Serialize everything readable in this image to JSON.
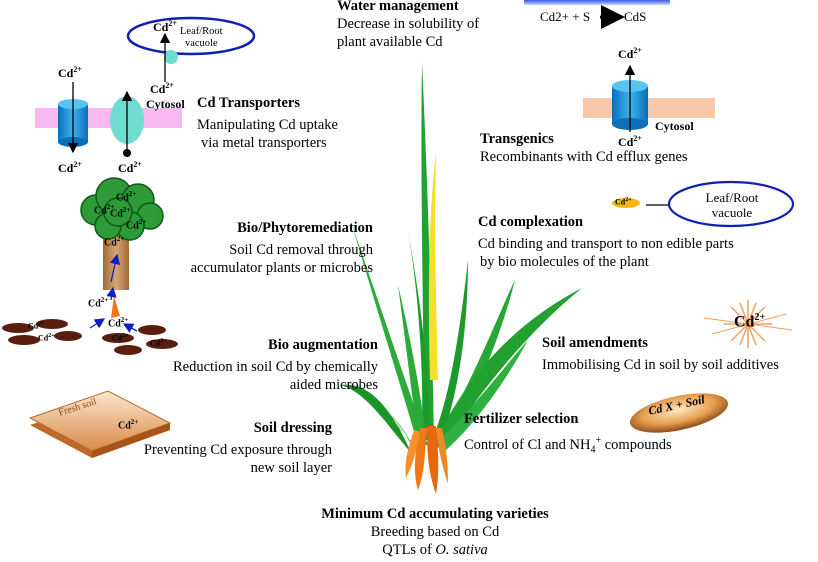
{
  "strategies": {
    "water": {
      "title": "Water management",
      "lines": [
        "Decrease in solubility of",
        "plant available Cd"
      ]
    },
    "transporters": {
      "title": "Cd Transporters",
      "lines": [
        "Manipulating Cd uptake",
        "via metal transporters"
      ]
    },
    "transgenics": {
      "title": "Transgenics",
      "lines": [
        "Recombinants with Cd efflux genes"
      ]
    },
    "bio_phyto": {
      "title": "Bio/Phytoremediation",
      "lines": [
        "Soil Cd removal through",
        "accumulator plants or microbes"
      ]
    },
    "complexation": {
      "title": "Cd complexation",
      "lines": [
        "Cd binding and transport to non edible parts",
        "by bio molecules of the plant"
      ]
    },
    "bio_aug": {
      "title": "Bio augmentation",
      "lines": [
        "Reduction in soil Cd by  chemically",
        "aided microbes"
      ]
    },
    "amendments": {
      "title": "Soil amendments",
      "lines": [
        "Immobilising Cd  in soil by soil additives"
      ]
    },
    "dressing": {
      "title": "Soil dressing",
      "lines": [
        "Preventing Cd exposure through",
        "new soil layer"
      ]
    },
    "fertilizer": {
      "title": "Fertilizer  selection",
      "line_pre": "Control of Cl and NH",
      "line_sub": "4",
      "line_sup": "+",
      "line_post": " compounds"
    },
    "varieties": {
      "title": "Minimum Cd  accumulating  varieties",
      "line1": "Breeding  based on Cd",
      "line2_pre": "QTLs of ",
      "line2_italic": "O. sativa"
    }
  },
  "icons": {
    "cd_base": "Cd",
    "cd_charge": "2+",
    "cytosol": "Cytosol",
    "vacuole_line1": "Leaf/Root",
    "vacuole_line2": "vacuole",
    "cds_reaction": "Cd2+ + S",
    "cds_product": "CdS",
    "fresh_soil": "Fresh soil",
    "cdx_soil": "Cd X + Soil"
  },
  "colors": {
    "membrane_pink": "#f8b8f0",
    "membrane_peach": "#f8c8a8",
    "channel_blue": "#1e8fd8",
    "carrier_teal": "#70dcd0",
    "vacuole_outline": "#1020b0",
    "leaf_green": "#22a030",
    "root_orange": "#f07818",
    "tree_green": "#2e9a38",
    "tree_trunk": "#c08850",
    "soil_brown": "#5a1e10"
  }
}
